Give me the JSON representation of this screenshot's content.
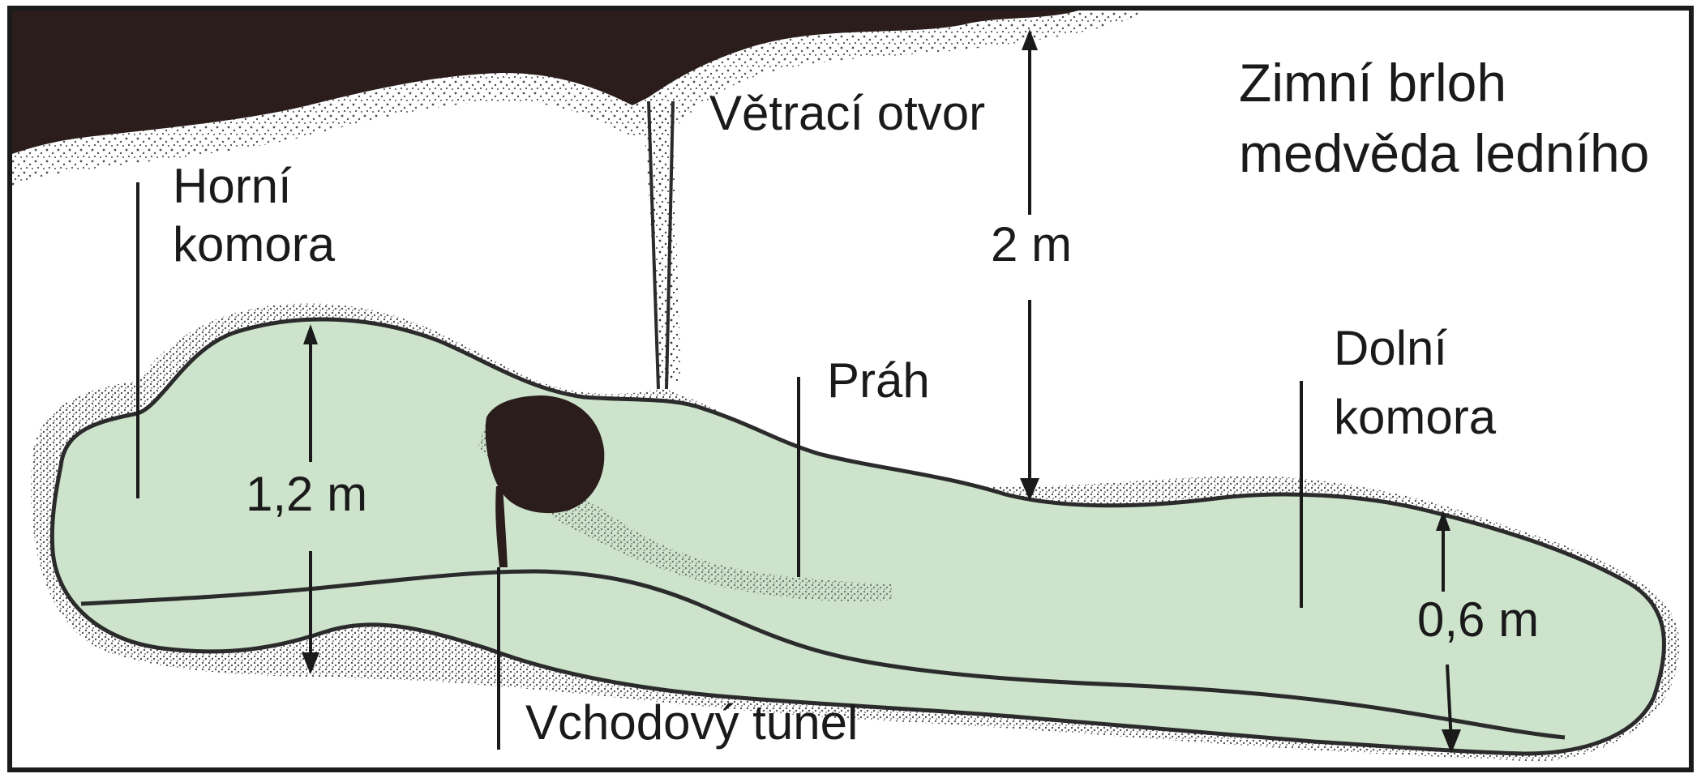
{
  "title": {
    "line1": "Zimní brloh",
    "line2": "medvěda ledního"
  },
  "labels": {
    "upper_chamber_line1": "Horní",
    "upper_chamber_line2": "komora",
    "vent": "Větrací otvor",
    "threshold": "Práh",
    "lower_chamber_line1": "Dolní",
    "lower_chamber_line2": "komora",
    "entrance_tunnel": "Vchodový tunel"
  },
  "measurements": {
    "snow_depth": "2 m",
    "upper_chamber_height": "1,2 m",
    "lower_chamber_height": "0,6 m"
  },
  "colors": {
    "background": "#ffffff",
    "sky": "#2a1d1b",
    "chamber_fill": "#cde3cb",
    "chamber_outline": "#2b2b2b",
    "snow_stipple": "#3a3a3a",
    "tunnel_hole": "#2a1d1b"
  }
}
